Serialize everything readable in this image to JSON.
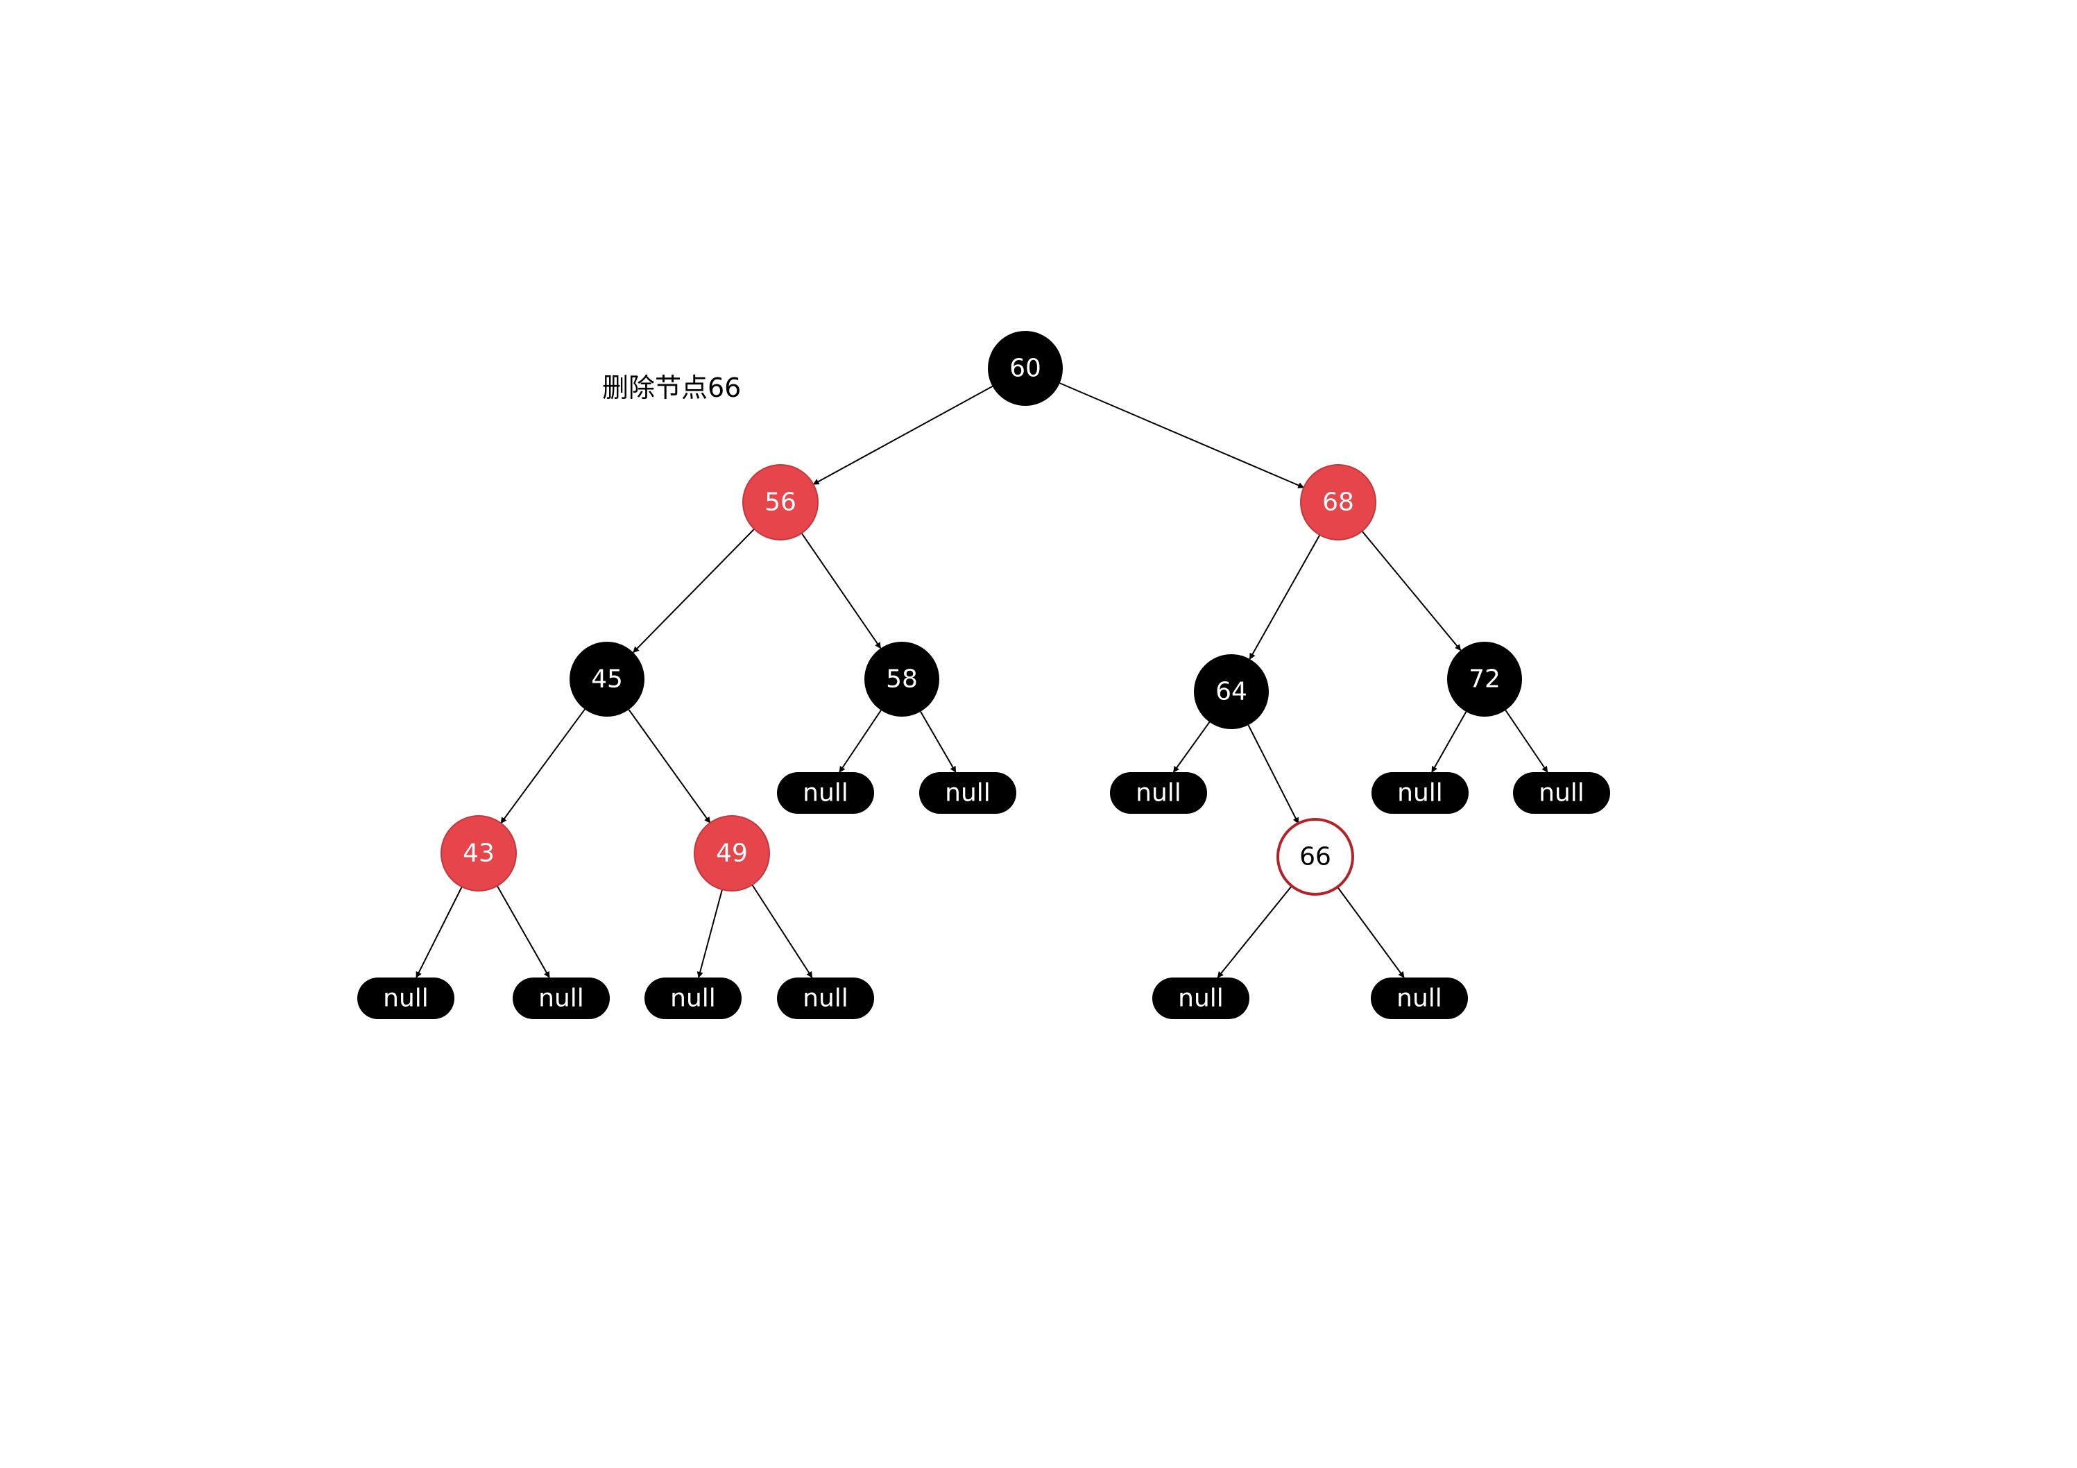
{
  "caption": "删除节点66",
  "colors": {
    "black": "#000000",
    "red": "#e5454b",
    "deleted_border": "#b0242a",
    "white": "#ffffff",
    "edge": "#000000"
  },
  "nodes": [
    {
      "id": "n60",
      "label": "60",
      "color": "black",
      "parent": null
    },
    {
      "id": "n56",
      "label": "56",
      "color": "red",
      "parent": "n60"
    },
    {
      "id": "n68",
      "label": "68",
      "color": "red",
      "parent": "n60"
    },
    {
      "id": "n45",
      "label": "45",
      "color": "black",
      "parent": "n56"
    },
    {
      "id": "n58",
      "label": "58",
      "color": "black",
      "parent": "n56"
    },
    {
      "id": "n64",
      "label": "64",
      "color": "black",
      "parent": "n68"
    },
    {
      "id": "n72",
      "label": "72",
      "color": "black",
      "parent": "n68"
    },
    {
      "id": "n43",
      "label": "43",
      "color": "red",
      "parent": "n45"
    },
    {
      "id": "n49",
      "label": "49",
      "color": "red",
      "parent": "n45"
    },
    {
      "id": "n66",
      "label": "66",
      "color": "deleted",
      "parent": "n64"
    },
    {
      "id": "l1",
      "label": "null",
      "color": "null",
      "parent": "n58"
    },
    {
      "id": "l2",
      "label": "null",
      "color": "null",
      "parent": "n58"
    },
    {
      "id": "l3",
      "label": "null",
      "color": "null",
      "parent": "n64"
    },
    {
      "id": "l4",
      "label": "null",
      "color": "null",
      "parent": "n72"
    },
    {
      "id": "l5",
      "label": "null",
      "color": "null",
      "parent": "n72"
    },
    {
      "id": "l6",
      "label": "null",
      "color": "null",
      "parent": "n43"
    },
    {
      "id": "l7",
      "label": "null",
      "color": "null",
      "parent": "n43"
    },
    {
      "id": "l8",
      "label": "null",
      "color": "null",
      "parent": "n49"
    },
    {
      "id": "l9",
      "label": "null",
      "color": "null",
      "parent": "n49"
    },
    {
      "id": "l10",
      "label": "null",
      "color": "null",
      "parent": "n66"
    },
    {
      "id": "l11",
      "label": "null",
      "color": "null",
      "parent": "n66"
    }
  ]
}
